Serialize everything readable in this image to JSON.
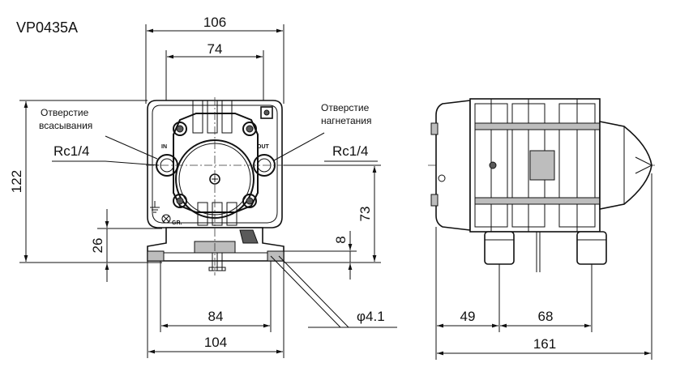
{
  "model": "VP0435A",
  "labels": {
    "suction_line1": "Отверстие",
    "suction_line2": "всасывания",
    "discharge_line1": "Отверстие",
    "discharge_line2": "нагнетания",
    "suction_thread": "Rc1/4",
    "discharge_thread": "Rc1/4",
    "port_in": "IN",
    "port_out": "OUT",
    "ground_mark": "GR."
  },
  "dimensions": {
    "top_width": "106",
    "inner_width": "74",
    "height_total": "122",
    "height_base": "26",
    "height_center": "73",
    "base_thickness": "8",
    "hole_spacing": "84",
    "base_width": "104",
    "hole_diameter": "φ4.1",
    "side_49": "49",
    "side_68": "68",
    "side_length": "161"
  }
}
